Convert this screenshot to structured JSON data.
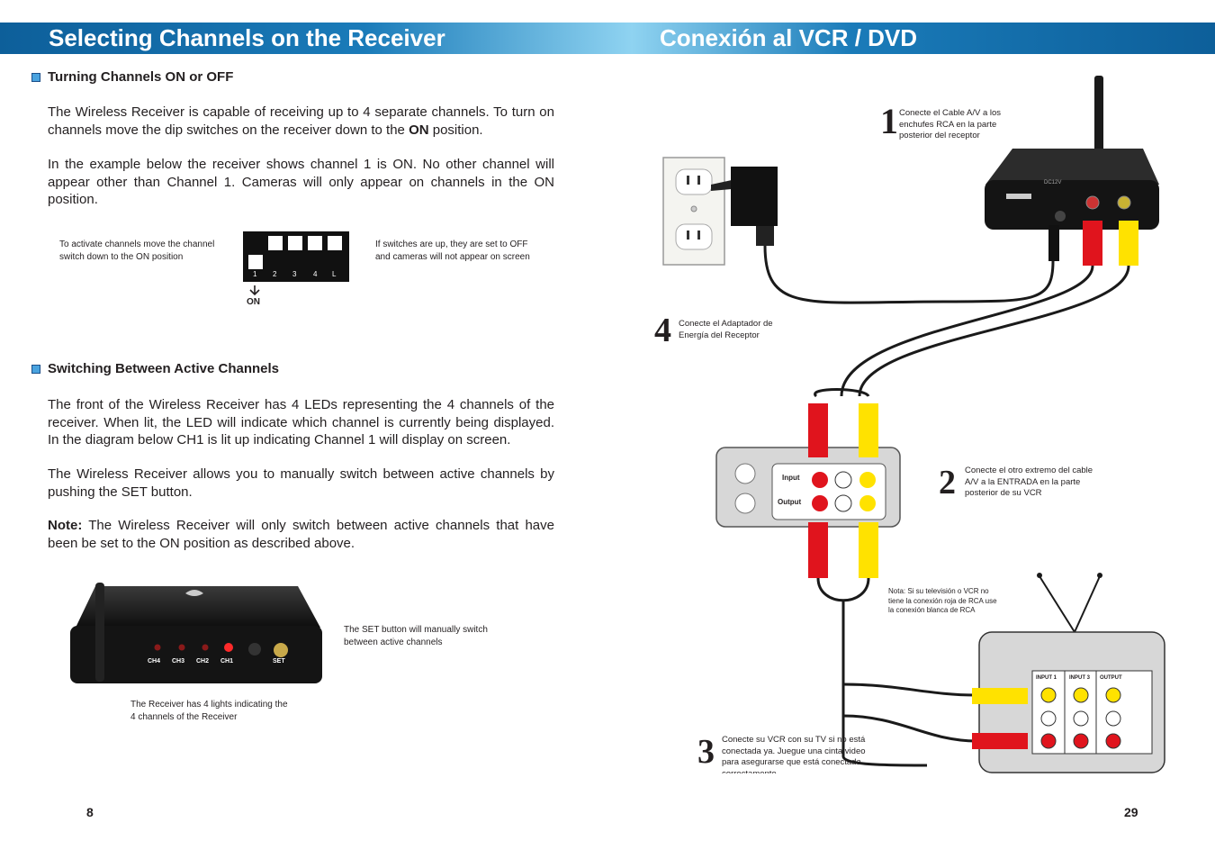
{
  "left_page": {
    "header_title": "Selecting Channels on the Receiver",
    "section1": {
      "title": "Turning Channels ON or OFF",
      "para1_a": "The Wireless Receiver is capable of receiving up to 4 separate channels.  To turn on channels move the dip switches on the receiver down to the ",
      "para1_bold": "ON",
      "para1_b": " position.",
      "para2": "In the example below the receiver shows channel 1 is ON.  No other channel will appear other than Channel 1.  Cameras will only appear on channels in the ON position.",
      "caption_left": "To activate channels move the channel switch down to the ON position",
      "caption_right": "If switches are up, they are set to OFF and cameras will not appear on screen",
      "dip_labels": [
        "1",
        "2",
        "3",
        "4",
        "L"
      ],
      "on_label": "ON"
    },
    "section2": {
      "title": "Switching Between Active Channels",
      "para1": "The front of the Wireless Receiver has 4 LEDs representing the 4 channels of the receiver.  When lit, the LED will indicate which channel is currently being displayed.  In the diagram below CH1 is lit up indicating Channel 1 will display on screen.",
      "para2": "The Wireless Receiver allows you to manually switch between active channels by pushing the SET button.",
      "note_label": "Note:",
      "note_text": " The Wireless Receiver will only switch between active channels that have been be set to the ON position as described above.",
      "caption_set": "The SET button will manually switch between active channels",
      "caption_lights": "The Receiver has 4 lights indicating the 4 channels of the Receiver",
      "receiver_labels": [
        "CH4",
        "CH3",
        "CH2",
        "CH1",
        "SET"
      ]
    },
    "page_number": "8"
  },
  "right_page": {
    "header_title": "Conexión al VCR / DVD",
    "step1": {
      "number": "1",
      "text": "Conecte el Cable A/V a los enchufes RCA en la parte posterior del receptor"
    },
    "step4": {
      "number": "4",
      "text": "Conecte el Adaptador de Energía del Receptor"
    },
    "step2": {
      "number": "2",
      "text": "Conecte el otro extremo del cable A/V a la ENTRADA en la parte posterior de su VCR"
    },
    "step3": {
      "number": "3",
      "text": "Conecte su VCR con su TV si no está conectada ya.  Juegue una cinta video para asegurarse que está conectada correctamente"
    },
    "note": "Nota: Si su televisión o VCR no tiene la conexión roja de RCA use la conexión blanca de RCA",
    "vcr_labels": {
      "input": "Input",
      "output": "Output"
    },
    "tv_labels": [
      "INPUT 1",
      "INPUT 3",
      "OUTPUT"
    ],
    "receiver_back_label": "DC12V",
    "page_number": "29"
  },
  "colors": {
    "header_dark": "#0d5f9a",
    "header_light": "#8fd3f1",
    "cable_red": "#e0141d",
    "cable_yellow": "#ffe200"
  }
}
